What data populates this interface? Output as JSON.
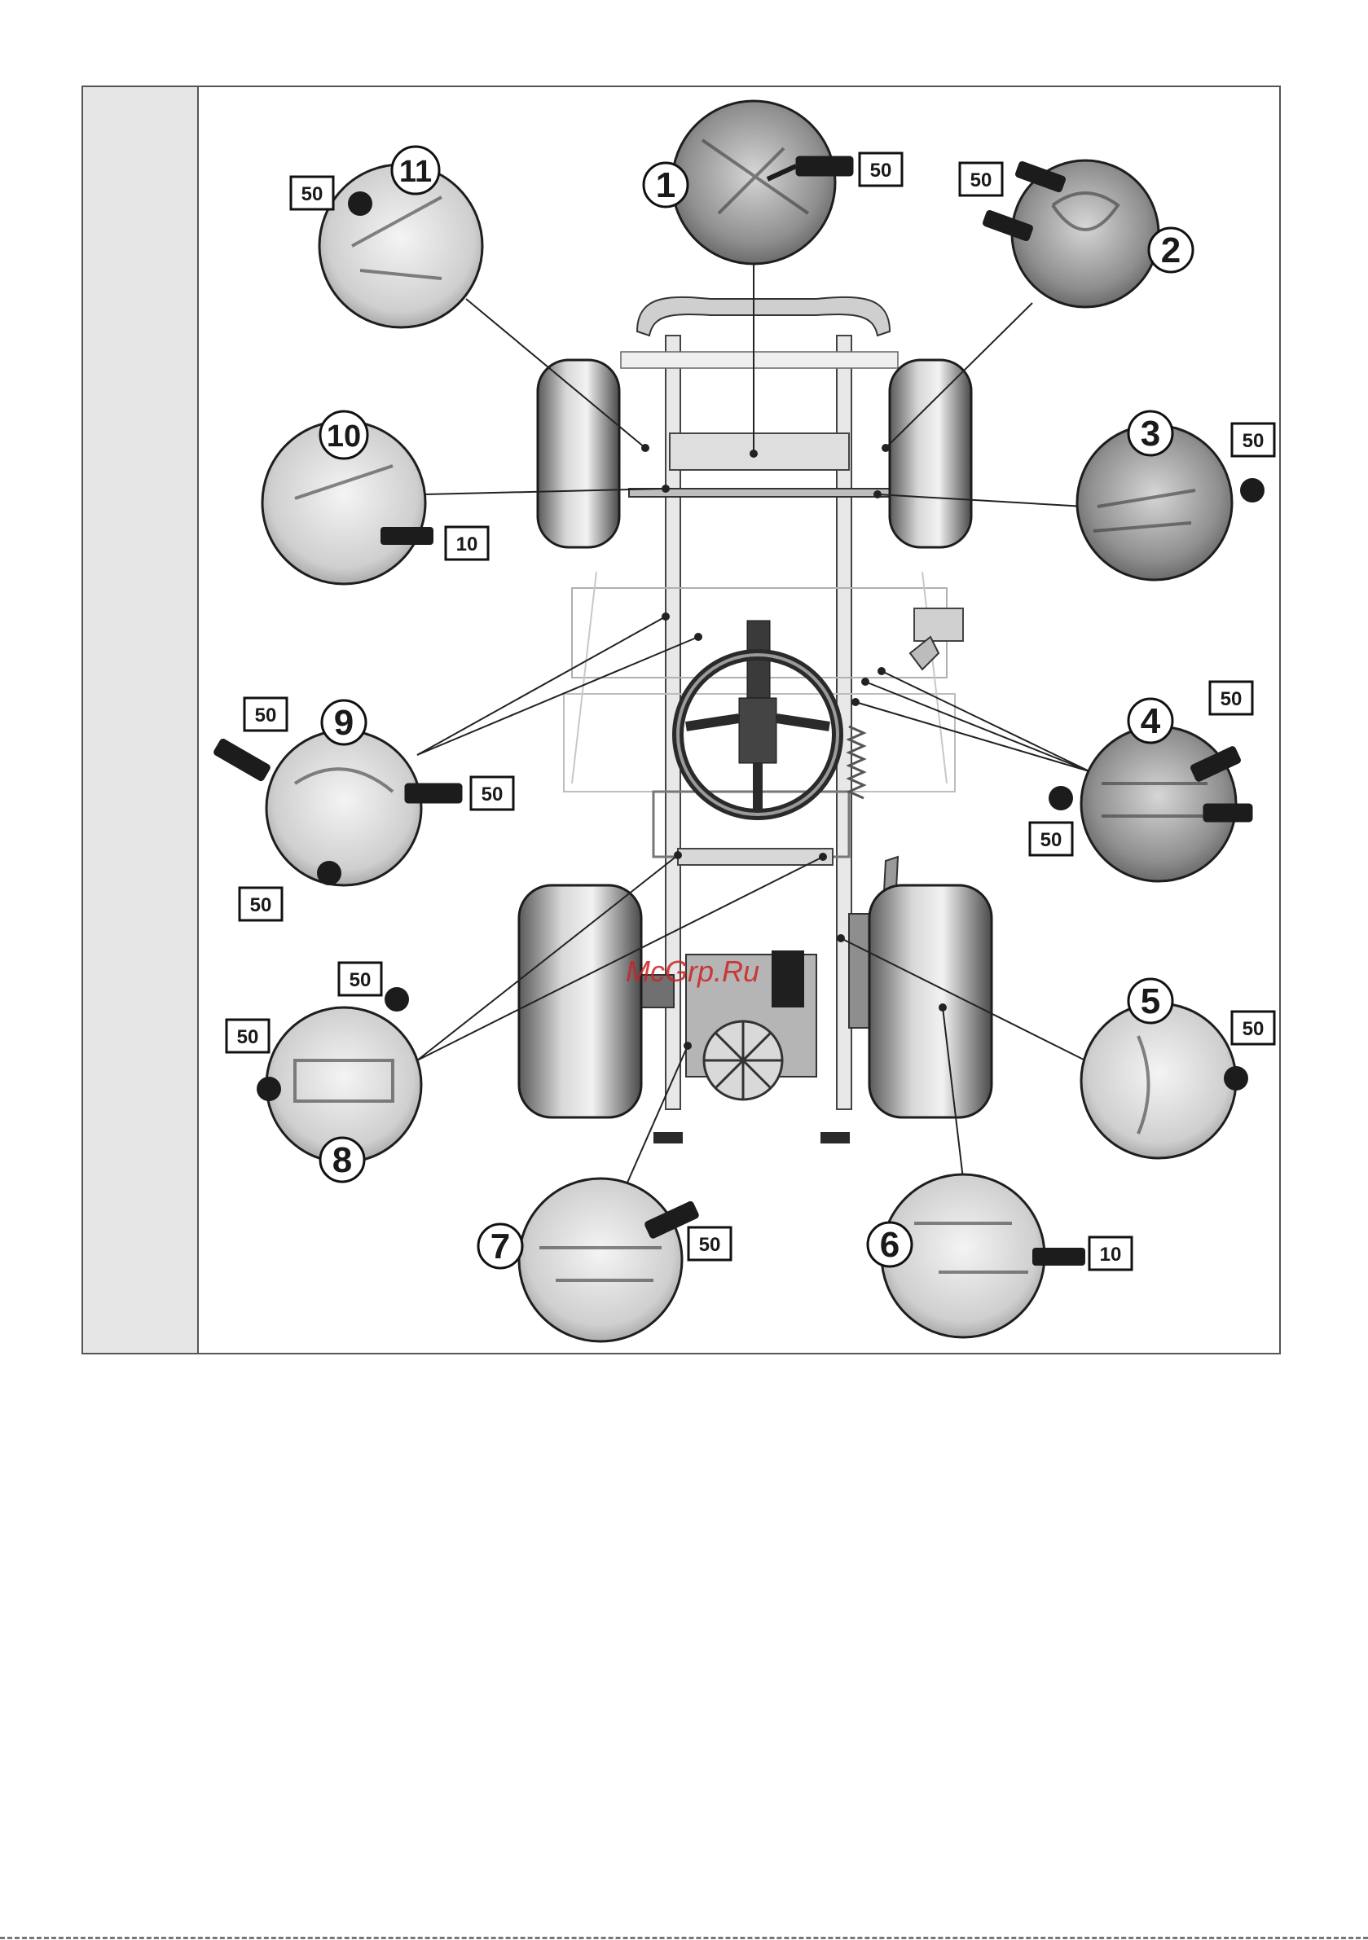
{
  "diagram": {
    "callouts": [
      {
        "number": "1",
        "quantity": "50",
        "tool": "grease-gun"
      },
      {
        "number": "2",
        "quantity": "50",
        "tool": "grease-gun"
      },
      {
        "number": "3",
        "quantity": "50",
        "tool": "grease-ball"
      },
      {
        "number": "4",
        "quantity_top": "50",
        "quantity_bottom": "50",
        "tool": "grease-gun"
      },
      {
        "number": "5",
        "quantity": "50",
        "tool": "grease-ball"
      },
      {
        "number": "6",
        "quantity": "10",
        "tool": "oil-can"
      },
      {
        "number": "7",
        "quantity": "50",
        "tool": "grease-gun"
      },
      {
        "number": "8",
        "quantity_top": "50",
        "quantity_left": "50",
        "tool": "grease-ball"
      },
      {
        "number": "9",
        "quantity_top": "50",
        "quantity_right": "50",
        "quantity_bottom": "50",
        "tool": "grease-gun"
      },
      {
        "number": "10",
        "quantity": "10",
        "tool": "oil-can"
      },
      {
        "number": "11",
        "quantity": "50",
        "tool": "grease-ball"
      }
    ],
    "watermark": "McGrp.Ru"
  }
}
